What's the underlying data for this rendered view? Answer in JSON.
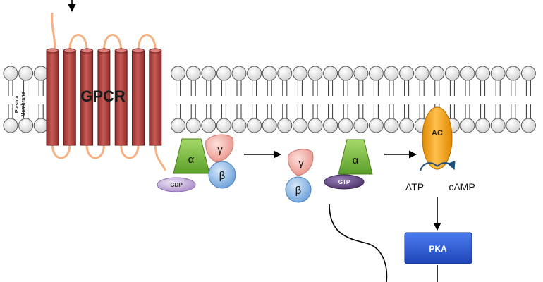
{
  "membrane": {
    "label_line1": "Plasma",
    "label_line2": "Membrane",
    "head_color": "#e8e8e8",
    "tail_color": "#333333"
  },
  "gpcr": {
    "label": "GPCR",
    "helix_count": 7,
    "helix_color": "#c0504d",
    "loop_color": "#f4b183"
  },
  "g_protein_inactive": {
    "alpha": "α",
    "beta": "β",
    "gamma": "γ",
    "nucleotide": "GDP"
  },
  "g_protein_active": {
    "alpha": "α",
    "beta": "β",
    "gamma": "γ",
    "nucleotide": "GTP"
  },
  "effector": {
    "label": "AC",
    "substrate": "ATP",
    "product": "cAMP",
    "color": "#f5a623"
  },
  "kinase": {
    "label": "PKA",
    "color": "#2f5fd8"
  },
  "colors": {
    "alpha": "#7cc242",
    "beta": "#7fb2e5",
    "gamma": "#f4a9a0",
    "gdp": "#c9b6e0",
    "gtp": "#6a4f8c"
  }
}
